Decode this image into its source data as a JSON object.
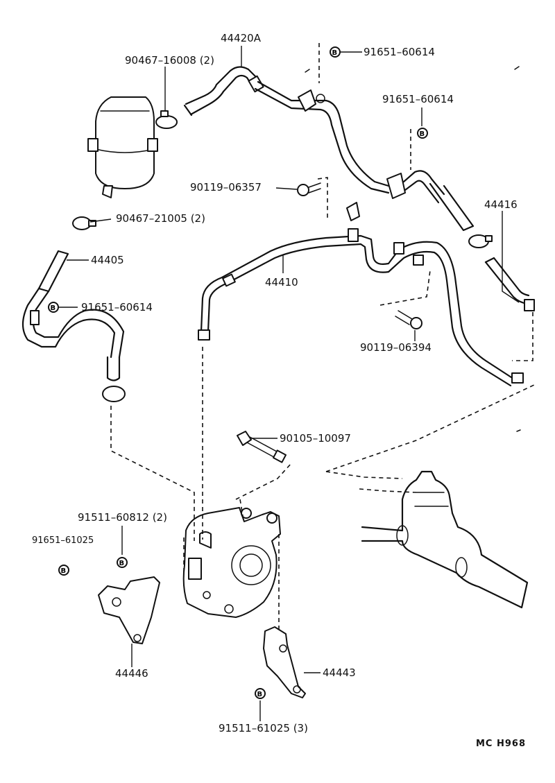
{
  "labels": {
    "hose_44420A": "44420A",
    "clamp_90467_16008": "90467–16008 (2)",
    "bolt_91651_top": "91651–60614",
    "bolt_91651_right": "91651–60614",
    "bolt_90119_06357": "90119–06357",
    "clamp_90467_21005": "90467–21005 (2)",
    "hose_44416": "44416",
    "hose_44405": "44405",
    "tube_44410": "44410",
    "bolt_91651_left": "91651–60614",
    "bolt_90119_06394": "90119–06394",
    "bolt_90105_10097": "90105–10097",
    "bolt_91511_60812": "91511–60812 (2)",
    "bolt_91651_61025": "91651–61025",
    "bracket_44446": "44446",
    "bracket_44443": "44443",
    "bolt_91511_61025": "91511–61025 (3)",
    "diagram_code": "MC  H968"
  },
  "symbols": {
    "bolt_marker": "B"
  },
  "icons": {
    "reservoir": "reservoir-tank-icon",
    "pump": "power-steering-pump-icon",
    "gear": "steering-gear-icon",
    "bolt_marker": "circled-b-icon"
  }
}
